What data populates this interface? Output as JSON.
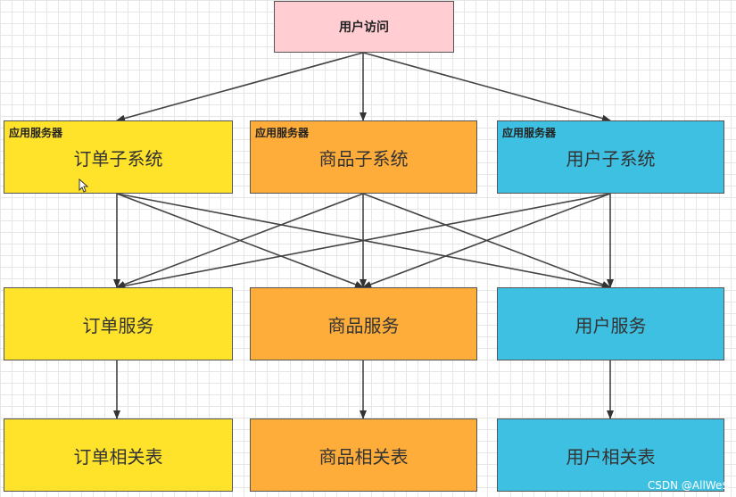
{
  "top": {
    "label": "用户访问"
  },
  "tag": "应用服务器",
  "systems": [
    {
      "label": "订单子系统",
      "color": "#ffe22a"
    },
    {
      "label": "商品子系统",
      "color": "#ffad3a"
    },
    {
      "label": "用户子系统",
      "color": "#3ec0e2"
    }
  ],
  "services": [
    {
      "label": "订单服务"
    },
    {
      "label": "商品服务"
    },
    {
      "label": "用户服务"
    }
  ],
  "tables": [
    {
      "label": "订单相关表"
    },
    {
      "label": "商品相关表"
    },
    {
      "label": "用户相关表"
    }
  ],
  "watermark": "CSDN @AllWe$"
}
